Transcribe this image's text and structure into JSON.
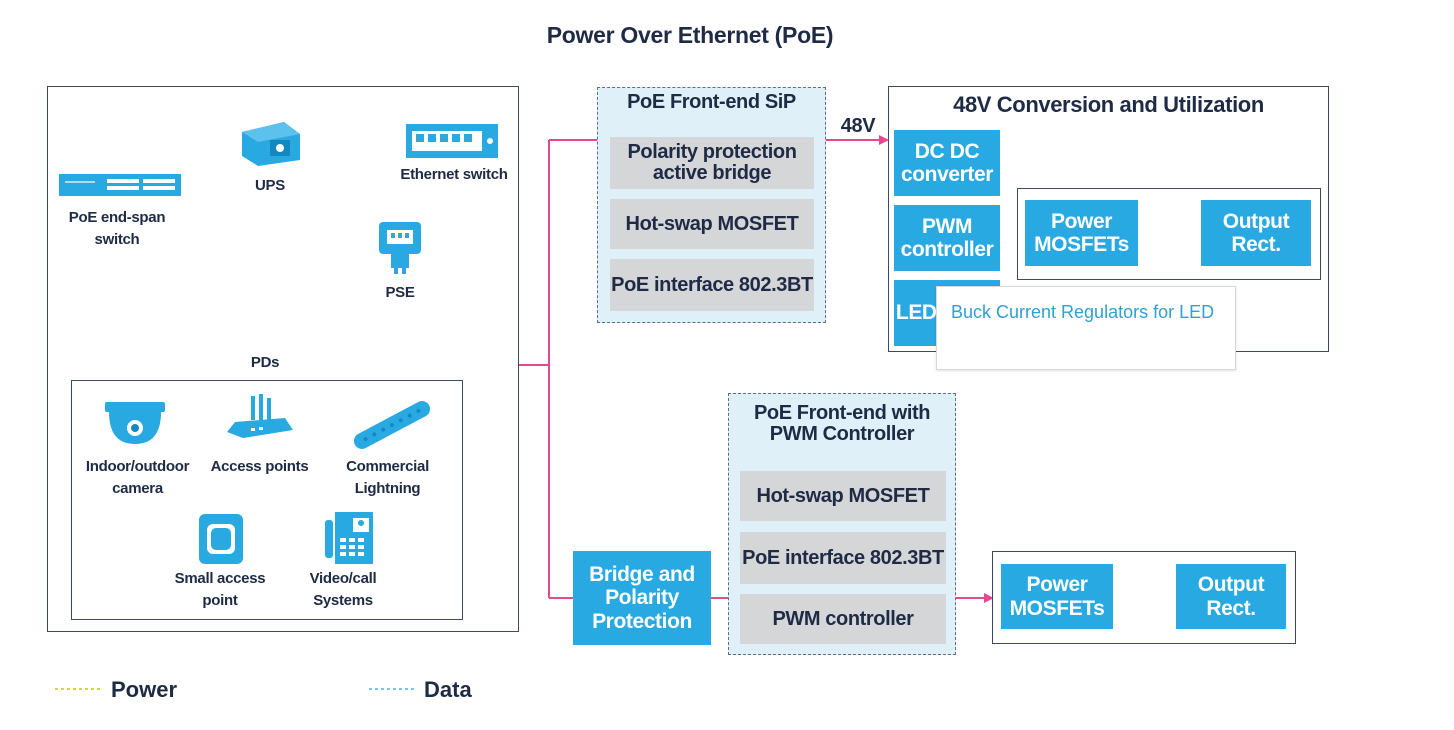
{
  "title": "Power Over Ethernet (PoE)",
  "network": {
    "poe_endspan_switch": "PoE end-span switch",
    "ups": "UPS",
    "ethernet_switch": "Ethernet switch",
    "pse": "PSE",
    "pds": "PDs",
    "camera": "Indoor/outdoor camera",
    "access_points": "Access points",
    "lighting": "Commercial Lightning",
    "small_ap": "Small access point",
    "video_call": "Video/call Systems"
  },
  "sip": {
    "title": "PoE Front-end SiP",
    "polarity": "Polarity protection active bridge",
    "hotswap": "Hot-swap MOSFET",
    "interface": "PoE interface 802.3BT"
  },
  "voltage_label": "48V",
  "conversion": {
    "title": "48V Conversion and Utilization",
    "dcdc": "DC DC converter",
    "pwm": "PWM controller",
    "led_partial": "LED driver",
    "power_mosfets": "Power MOSFETs",
    "output_rect": "Output Rect."
  },
  "tooltip": "Buck Current Regulators for LED",
  "pwm_frontend": {
    "title": "PoE Front-end with PWM Controller",
    "hotswap": "Hot-swap MOSFET",
    "interface": "PoE interface 802.3BT",
    "pwm": "PWM controller"
  },
  "bridge": "Bridge and Polarity Protection",
  "lower_output": {
    "power_mosfets": "Power MOSFETs",
    "output_rect": "Output Rect."
  },
  "legend": {
    "power": "Power",
    "data": "Data"
  },
  "colors": {
    "accent_blue": "#29a9e1",
    "block_gray": "#d4d6d8",
    "connector_pink": "#e8468f",
    "power_line": "#d6d24a",
    "data_line": "#7cc4e6"
  }
}
